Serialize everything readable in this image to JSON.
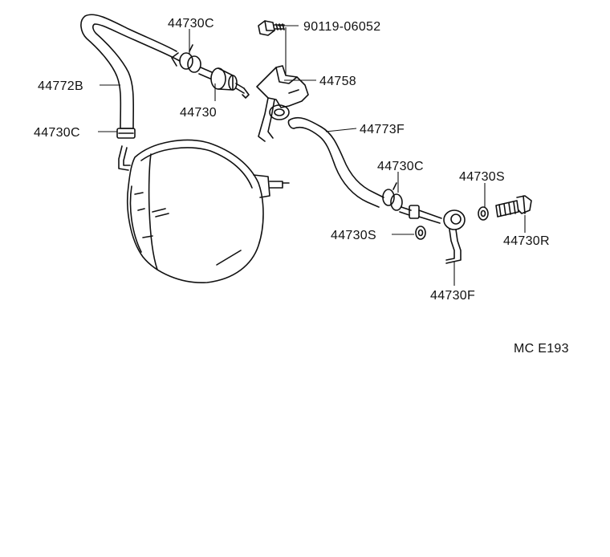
{
  "diagram": {
    "labels": {
      "clip_top": "44730C",
      "bolt_top": "90119-06052",
      "hose_left": "44772B",
      "bracket": "44758",
      "check_valve": "44730",
      "clip_left": "44730C",
      "hose_right": "44773F",
      "clip_right": "44730C",
      "washer_upper": "44730S",
      "washer_lower": "44730S",
      "union_bolt": "44730R",
      "pipe_union": "44730F",
      "figure_code": "MC E193"
    },
    "colors": {
      "ink": "#111111",
      "paper": "#ffffff"
    }
  }
}
